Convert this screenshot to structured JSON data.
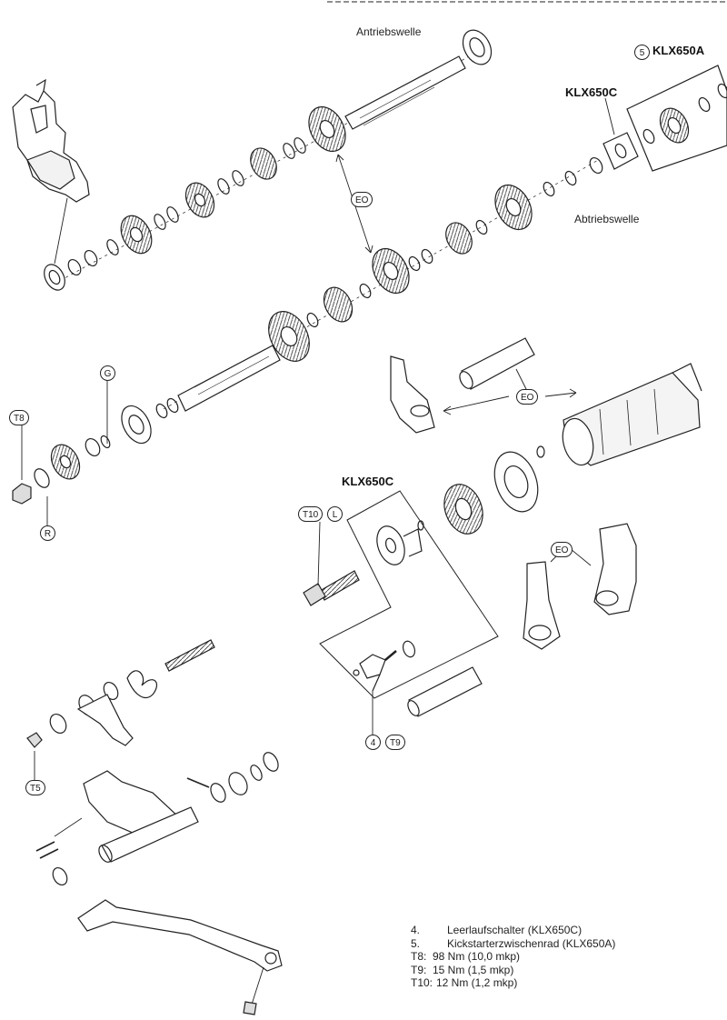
{
  "labels": {
    "antriebswelle": "Antriebswelle",
    "abtriebswelle": "Abtriebswelle",
    "klx650a": "KLX650A",
    "klx650c_top": "KLX650C",
    "klx650c_mid": "KLX650C"
  },
  "callouts": {
    "five": "5",
    "eo1": "EO",
    "eo2": "EO",
    "eo3": "EO",
    "g": "G",
    "t8": "T8",
    "r": "R",
    "t10": "T10",
    "l": "L",
    "four": "4",
    "t9": "T9",
    "t5": "T5"
  },
  "legend": [
    {
      "key": "4.",
      "text": "Leerlaufschalter (KLX650C)"
    },
    {
      "key": "5.",
      "text": "Kickstarterzwischenrad (KLX650A)"
    },
    {
      "key": "T8:",
      "text": "98 Nm (10,0 mkp)"
    },
    {
      "key": "T9:",
      "text": "15 Nm (1,5 mkp)"
    },
    {
      "key": "T10:",
      "text": "12 Nm (1,2 mkp)"
    }
  ]
}
